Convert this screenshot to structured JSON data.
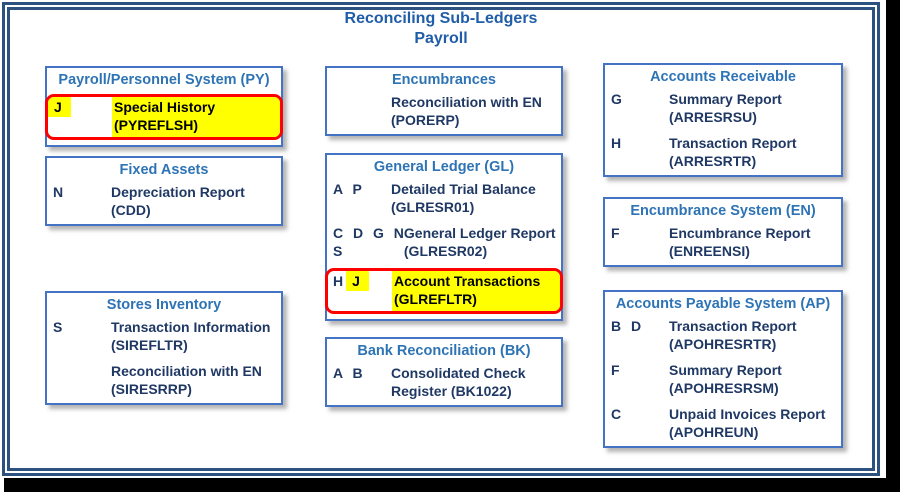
{
  "title": {
    "line1": "Reconciling Sub-Ledgers",
    "line2": "Payroll"
  },
  "colors": {
    "title_blue": "#1F5DA8",
    "header_blue": "#2E74B5",
    "item_navy": "#1F3864",
    "box_border_blue": "#4472C4",
    "frame_navy": "#2E527F",
    "highlight_yellow": "#FFFF00",
    "highlight_border_red": "#FF0000",
    "edge_black": "#000000"
  },
  "boxes": {
    "py": {
      "header": "Payroll/Personnel System (PY)",
      "hl_row": {
        "code_hl": "J",
        "line1": "Special History",
        "line2": "(PYREFLSH)"
      }
    },
    "fa": {
      "header": "Fixed Assets",
      "rows": [
        {
          "codes": "N",
          "line1": "Depreciation Report",
          "line2": "(CDD)"
        }
      ]
    },
    "si": {
      "header": "Stores Inventory",
      "rows": [
        {
          "codes": "S",
          "line1": "Transaction Information",
          "line2": "(SIREFLTR)"
        },
        {
          "codes": "",
          "line1": "Reconciliation with EN",
          "line2": "(SIRESRRP)"
        }
      ]
    },
    "enc": {
      "header": "Encumbrances",
      "rows": [
        {
          "codes": "",
          "line1": "Reconciliation with EN",
          "line2": "(PORERP)"
        }
      ]
    },
    "gl": {
      "header": "General Ledger (GL)",
      "rows": [
        {
          "codes": "A P",
          "codes2": "",
          "line1": "Detailed Trial Balance",
          "line2": "(GLRESR01)"
        },
        {
          "codes": "C D G N",
          "codes2": "S",
          "line1": "General Ledger Report",
          "line2": "(GLRESR02)"
        }
      ],
      "hl_row": {
        "code_plain": "H",
        "code_hl": "J",
        "line1": "Account Transactions",
        "line2": "(GLREFLTR)"
      }
    },
    "bk": {
      "header": "Bank Reconciliation (BK)",
      "rows": [
        {
          "codes": "A B",
          "line1": "Consolidated Check",
          "line2": "Register (BK1022)"
        }
      ]
    },
    "ar": {
      "header": "Accounts Receivable",
      "rows": [
        {
          "codes": "G",
          "line1": "Summary Report",
          "line2": "(ARRESRSU)"
        },
        {
          "codes": "H",
          "line1": "Transaction Report",
          "line2": "(ARRESRTR)"
        }
      ]
    },
    "ens": {
      "header": "Encumbrance System (EN)",
      "rows": [
        {
          "codes": "F",
          "line1": "Encumbrance Report",
          "line2": "(ENREENSI)"
        }
      ]
    },
    "ap": {
      "header": "Accounts Payable System (AP)",
      "rows": [
        {
          "codes": "B D",
          "line1": "Transaction Report",
          "line2": "(APOHRESRTR)"
        },
        {
          "codes": "F",
          "line1": "Summary Report",
          "line2": "(APOHRESRSM)"
        },
        {
          "codes": "C",
          "line1": "Unpaid Invoices Report",
          "line2": "(APOHREUN)"
        }
      ]
    }
  }
}
